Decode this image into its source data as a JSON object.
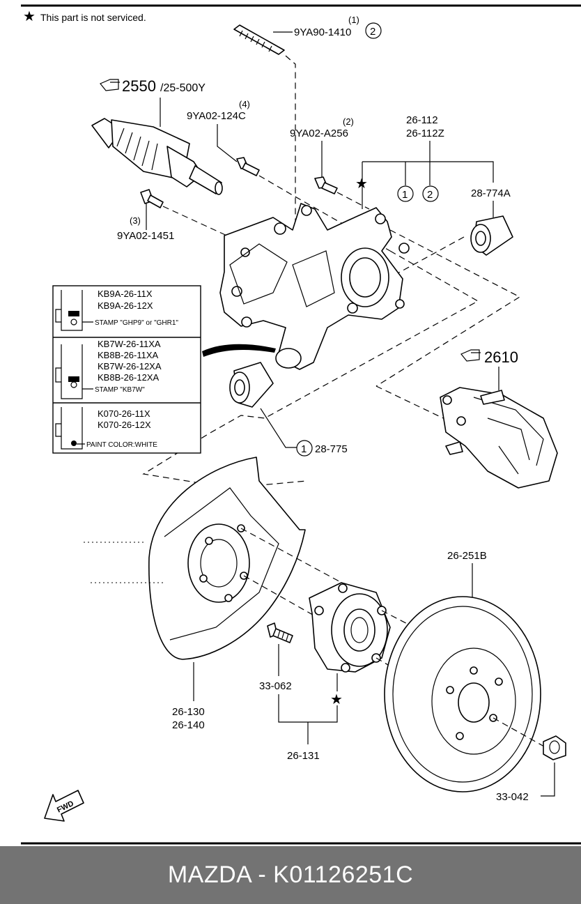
{
  "note": {
    "star": "★",
    "text": "This part is not serviced."
  },
  "callouts": {
    "stud_top": {
      "qty": "(1)",
      "code": "9YA90-1410",
      "circle": "2"
    },
    "driveshaft": {
      "main": "2550",
      "sub": "/25-500Y"
    },
    "bolt_124c": {
      "qty": "(4)",
      "code": "9YA02-124C"
    },
    "bolt_a256": {
      "qty": "(2)",
      "code": "9YA02-A256"
    },
    "knuckle_1": "26-112",
    "knuckle_2": "26-112Z",
    "circle_1": "1",
    "circle_2": "2",
    "bushing_upper": "28-774A",
    "bolt_1451": {
      "qty": "(3)",
      "code": "9YA02-1451"
    },
    "caliper": "2610",
    "bushing_lower": {
      "circle": "1",
      "code": "28-775"
    },
    "disc": "26-251B",
    "dust_shield_1": "26-130",
    "dust_shield_2": "26-140",
    "hub_bolt": "33-062",
    "hub": "26-131",
    "nut": "33-042",
    "fwd": "FWD"
  },
  "inset": [
    {
      "codes": [
        "KB9A-26-11X",
        "KB9A-26-12X"
      ],
      "stamp": "STAMP \"GHP9\" or \"GHR1\""
    },
    {
      "codes": [
        "KB7W-26-11XA",
        "KB8B-26-11XA",
        "KB7W-26-12XA",
        "KB8B-26-12XA"
      ],
      "stamp": "STAMP \"KB7W\""
    },
    {
      "codes": [
        "K070-26-11X",
        "K070-26-12X"
      ],
      "stamp": "PAINT COLOR:WHITE"
    }
  ],
  "footer": "MAZDA - K01126251C"
}
